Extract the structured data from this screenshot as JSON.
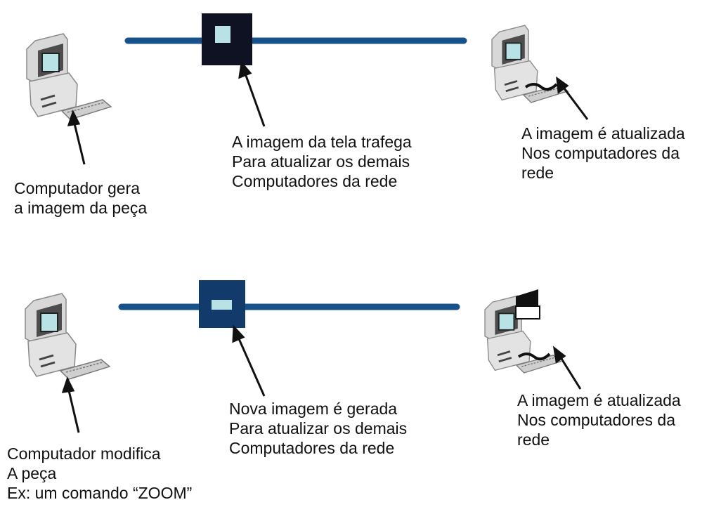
{
  "colors": {
    "network_line": "#17538a",
    "packet_top": "#0e1222",
    "packet_bottom": "#123a6a",
    "screen": "#b8e2e6",
    "computer_body": "#d8d8d8",
    "computer_shade": "#9a9a9a",
    "arrow": "#111111"
  },
  "scene1": {
    "source_label": [
      "Computador gera",
      "a imagem da peça"
    ],
    "packet_label": [
      "A imagem da tela trafega",
      "Para atualizar os demais",
      "Computadores da rede"
    ],
    "receiver_label": [
      "A imagem é atualizada",
      "Nos computadores da",
      "rede"
    ]
  },
  "scene2": {
    "source_label": [
      "Computador modifica",
      "A peça",
      "Ex:  um comando “ZOOM”"
    ],
    "packet_label": [
      "Nova imagem é gerada",
      "Para atualizar os demais",
      "Computadores da rede"
    ],
    "receiver_label": [
      "A imagem é atualizada",
      "Nos computadores da",
      "rede"
    ]
  }
}
